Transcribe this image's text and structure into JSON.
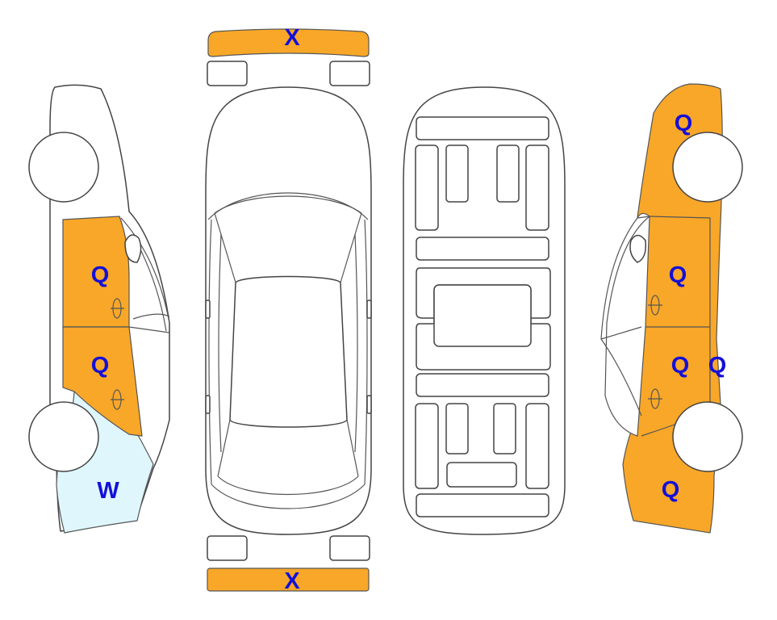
{
  "colors": {
    "damage": "#f9a728",
    "damage_alt": "#def6fc",
    "marker_text": "#1410d8",
    "outline": "#444444"
  },
  "markers": {
    "front_bumper": "X",
    "rear_bumper": "X",
    "left_front_door": "Q",
    "left_rear_door": "Q",
    "left_rear_quarter": "W",
    "right_front_fender": "Q",
    "right_front_door": "Q",
    "right_rear_door": "Q",
    "right_rear_pillar": "Q",
    "right_rear_quarter": "Q"
  }
}
